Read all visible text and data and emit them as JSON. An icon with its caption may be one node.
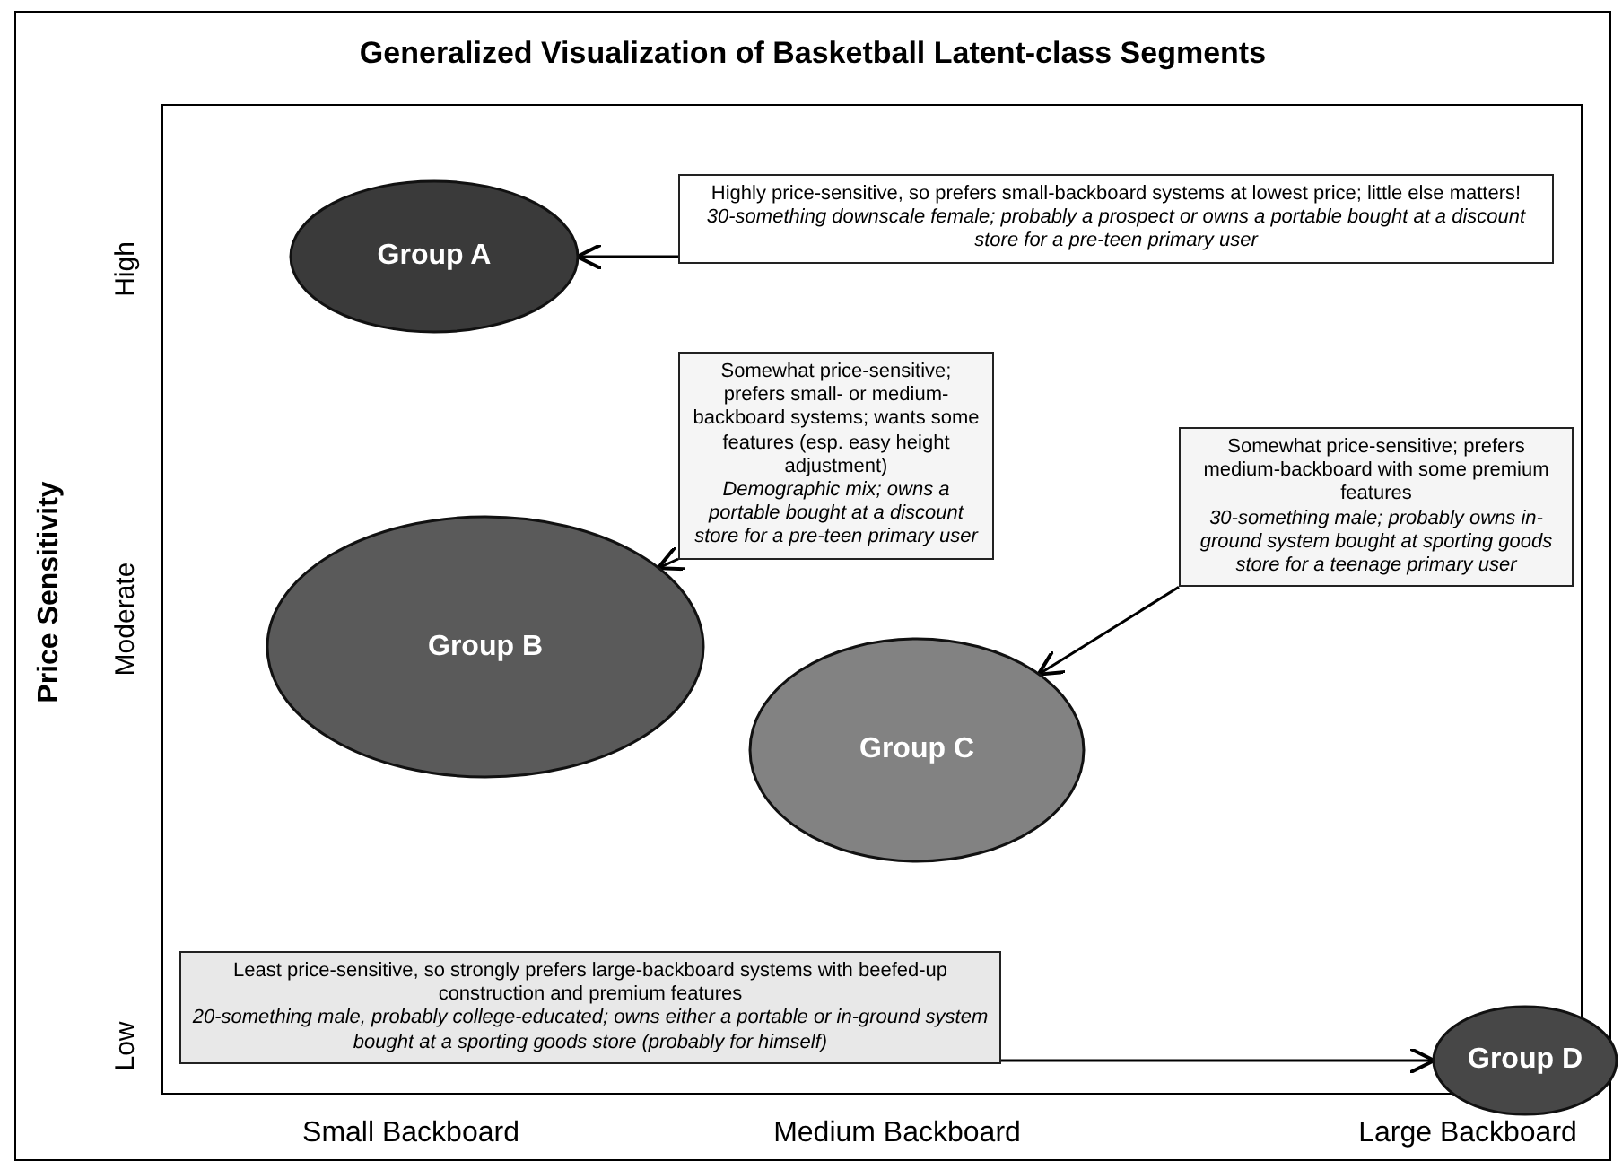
{
  "diagram": {
    "title": "Generalized Visualization of Basketball Latent-class Segments",
    "nodes": [
      {
        "text": [
          "Highly price-sensitive, so prefers small-backboard systems at lowest price; little else matters!",
          "30-something downscale female; probably a prospect or owns a portable bought at a discount store for a pre-teen primary user"
        ]
      },
      {
        "text": [
          "Group A"
        ]
      },
      {
        "text": [
          "Somewhat price-sensitive; prefers small- or medium-backboard systems; wants some features (esp. easy height adjustment)",
          "Demographic mix; owns a portable bought at a discount store for a pre-teen primary user"
        ]
      },
      {
        "text": [
          "Somewhat price-sensitive; prefers medium-backboard with some premium features",
          "30-something male; probably owns in-ground system bought at sporting goods store for a teenage primary user"
        ]
      },
      {
        "text": [
          "Group B"
        ]
      },
      {
        "text": [
          "Group C"
        ]
      },
      {
        "text": [
          "Least price-sensitive, so strongly prefers large-backboard systems with beefed-up construction and premium features",
          "20-something male, probably college-educated; owns either a portable or in-ground system bought at a sporting goods store (probably for himself)"
        ]
      },
      {
        "text": [
          "Group D"
        ]
      }
    ],
    "edges": [
      {
        "from": 0,
        "to": 1,
        "arrow": "to"
      },
      {
        "from": 2,
        "to": 4,
        "arrow": "to"
      },
      {
        "from": 3,
        "to": 5,
        "arrow": "to"
      },
      {
        "from": 6,
        "to": 7,
        "arrow": "to"
      }
    ],
    "labels": [
      "Price Sensitivity",
      "High",
      "Moderate",
      "Low",
      "Small Backboard",
      "Medium Backboard",
      "Large Backboard"
    ]
  }
}
